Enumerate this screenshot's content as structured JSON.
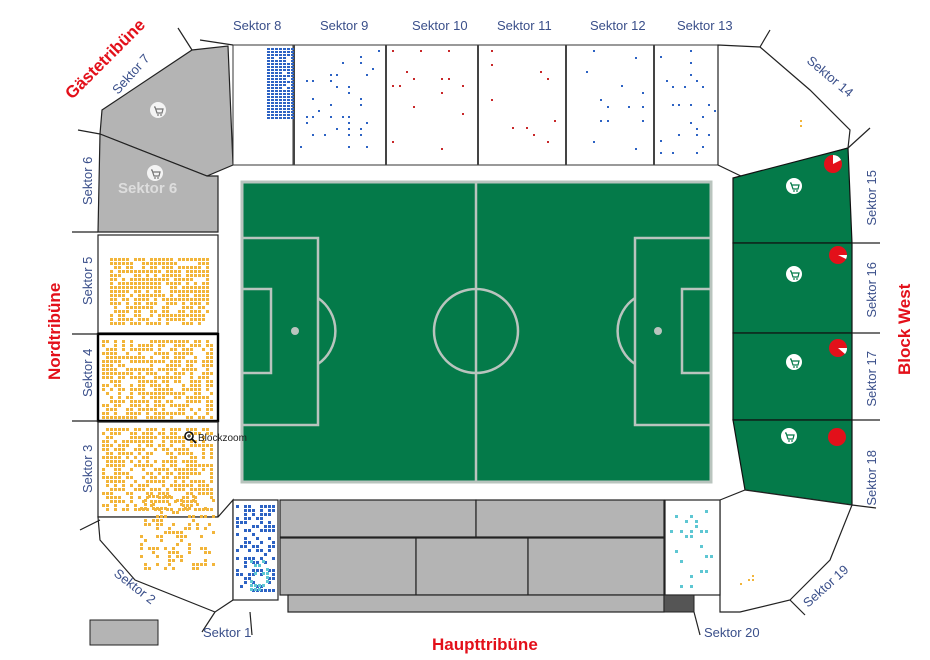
{
  "tribunes": {
    "gaeste": "Gästetribüne",
    "nord": "Nordtribüne",
    "west": "Block West",
    "haupt": "Haupttribüne"
  },
  "sectors": {
    "s1": "Sektor 1",
    "s2": "Sektor 2",
    "s3": "Sektor 3",
    "s4": "Sektor 4",
    "s5": "Sektor 5",
    "s6": "Sektor 6",
    "s7": "Sektor 7",
    "s8": "Sektor 8",
    "s9": "Sektor 9",
    "s10": "Sektor 10",
    "s11": "Sektor 11",
    "s12": "Sektor 12",
    "s13": "Sektor 13",
    "s14": "Sektor 14",
    "s15": "Sektor 15",
    "s16": "Sektor 16",
    "s17": "Sektor 17",
    "s18": "Sektor 18",
    "s19": "Sektor 19",
    "s20": "Sektor 20"
  },
  "sector6_overlay": "Sektor 6",
  "blockzoom": "Blockzoom",
  "icons": {
    "cart": "cart-icon",
    "zoom": "magnifier-icon"
  },
  "colors": {
    "pitch": "#047a49",
    "pitch_lines": "#b9c4be",
    "seat_free_standing": "#f2b53a",
    "seat_free_blue": "#2d63c4",
    "seat_free_red": "#c8282a",
    "seat_free_cyan": "#5ec7d3",
    "blocked": "#b4b4b4",
    "guest_green": "#047a49",
    "tribune_label": "#e3101a",
    "sector_label": "#3a4f8a"
  }
}
